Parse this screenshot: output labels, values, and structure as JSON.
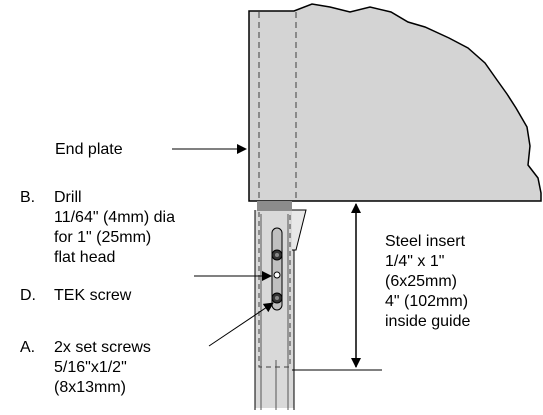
{
  "labels": {
    "end_plate": "End plate",
    "drill": {
      "letter": "B.",
      "line1": "Drill",
      "line2": "11/64\" (4mm) dia",
      "line3": "for 1\" (25mm)",
      "line4": "flat head"
    },
    "tek": {
      "letter": "D.",
      "line1": "TEK screw"
    },
    "set_screws": {
      "letter": "A.",
      "line1": "2x set screws",
      "line2": "5/16\"x1/2\"",
      "line3": "(8x13mm)"
    },
    "steel_insert": {
      "line1": "Steel insert",
      "line2": "1/4\" x 1\"",
      "line3": "(6x25mm)",
      "line4": "4\" (102mm)",
      "line5": "inside guide"
    }
  },
  "colors": {
    "plate_fill": "#d4d4d4",
    "guide_fill": "#d9d9d9",
    "insert_fill": "#8c8c8c",
    "outline": "#000000",
    "hidden_line": "#404040"
  }
}
